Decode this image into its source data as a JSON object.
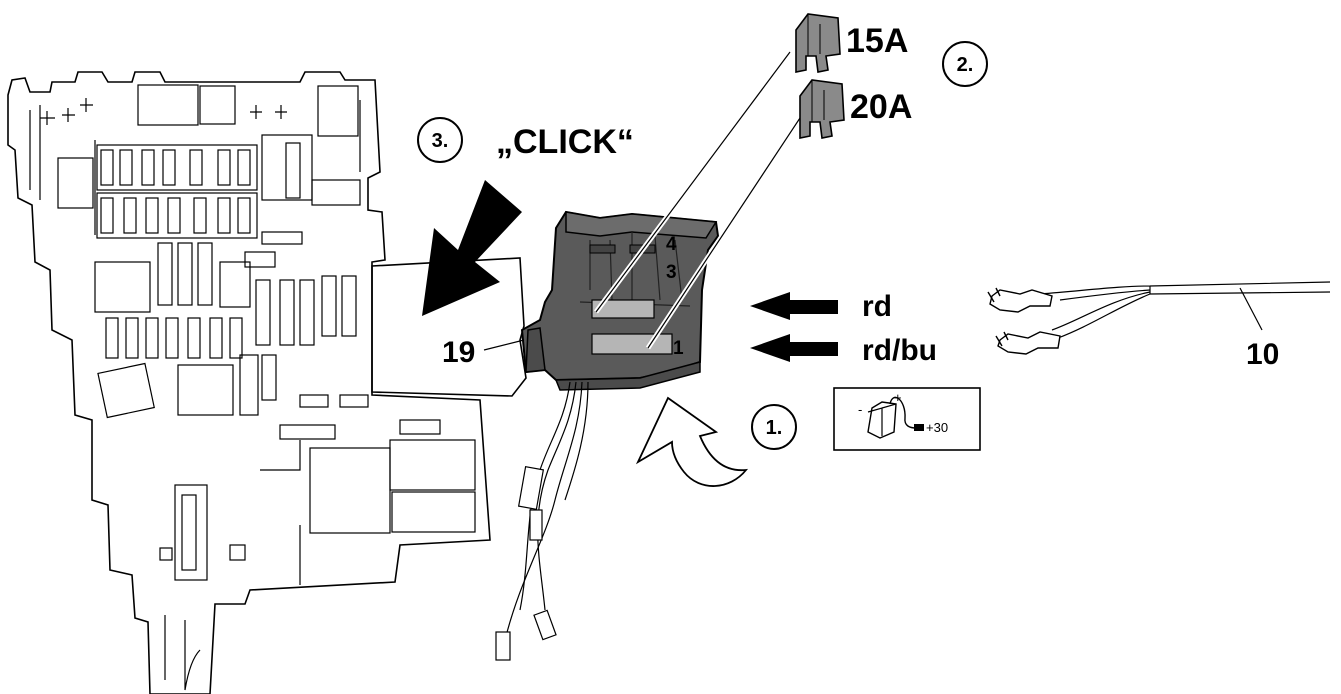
{
  "fuses": [
    {
      "rating": "15A"
    },
    {
      "rating": "20A"
    }
  ],
  "steps": {
    "step1": "1.",
    "step2": "2.",
    "step3": "3."
  },
  "click_text": "„CLICK“",
  "wires": {
    "upper": "rd",
    "lower": "rd/bu"
  },
  "callouts": {
    "holder": "19",
    "cable": "10"
  },
  "slot_numbers": [
    "4",
    "3",
    "1"
  ],
  "battery_symbol": {
    "minus": "-",
    "plus": "+",
    "terminal": "+30"
  },
  "colors": {
    "holder_fill": "#5a5a5a",
    "fuse_fill": "#8a8a8a",
    "fuse_slot": "#b5b5b5",
    "arrow_black": "#000000",
    "curved_arrow_fill": "#ffffff"
  }
}
